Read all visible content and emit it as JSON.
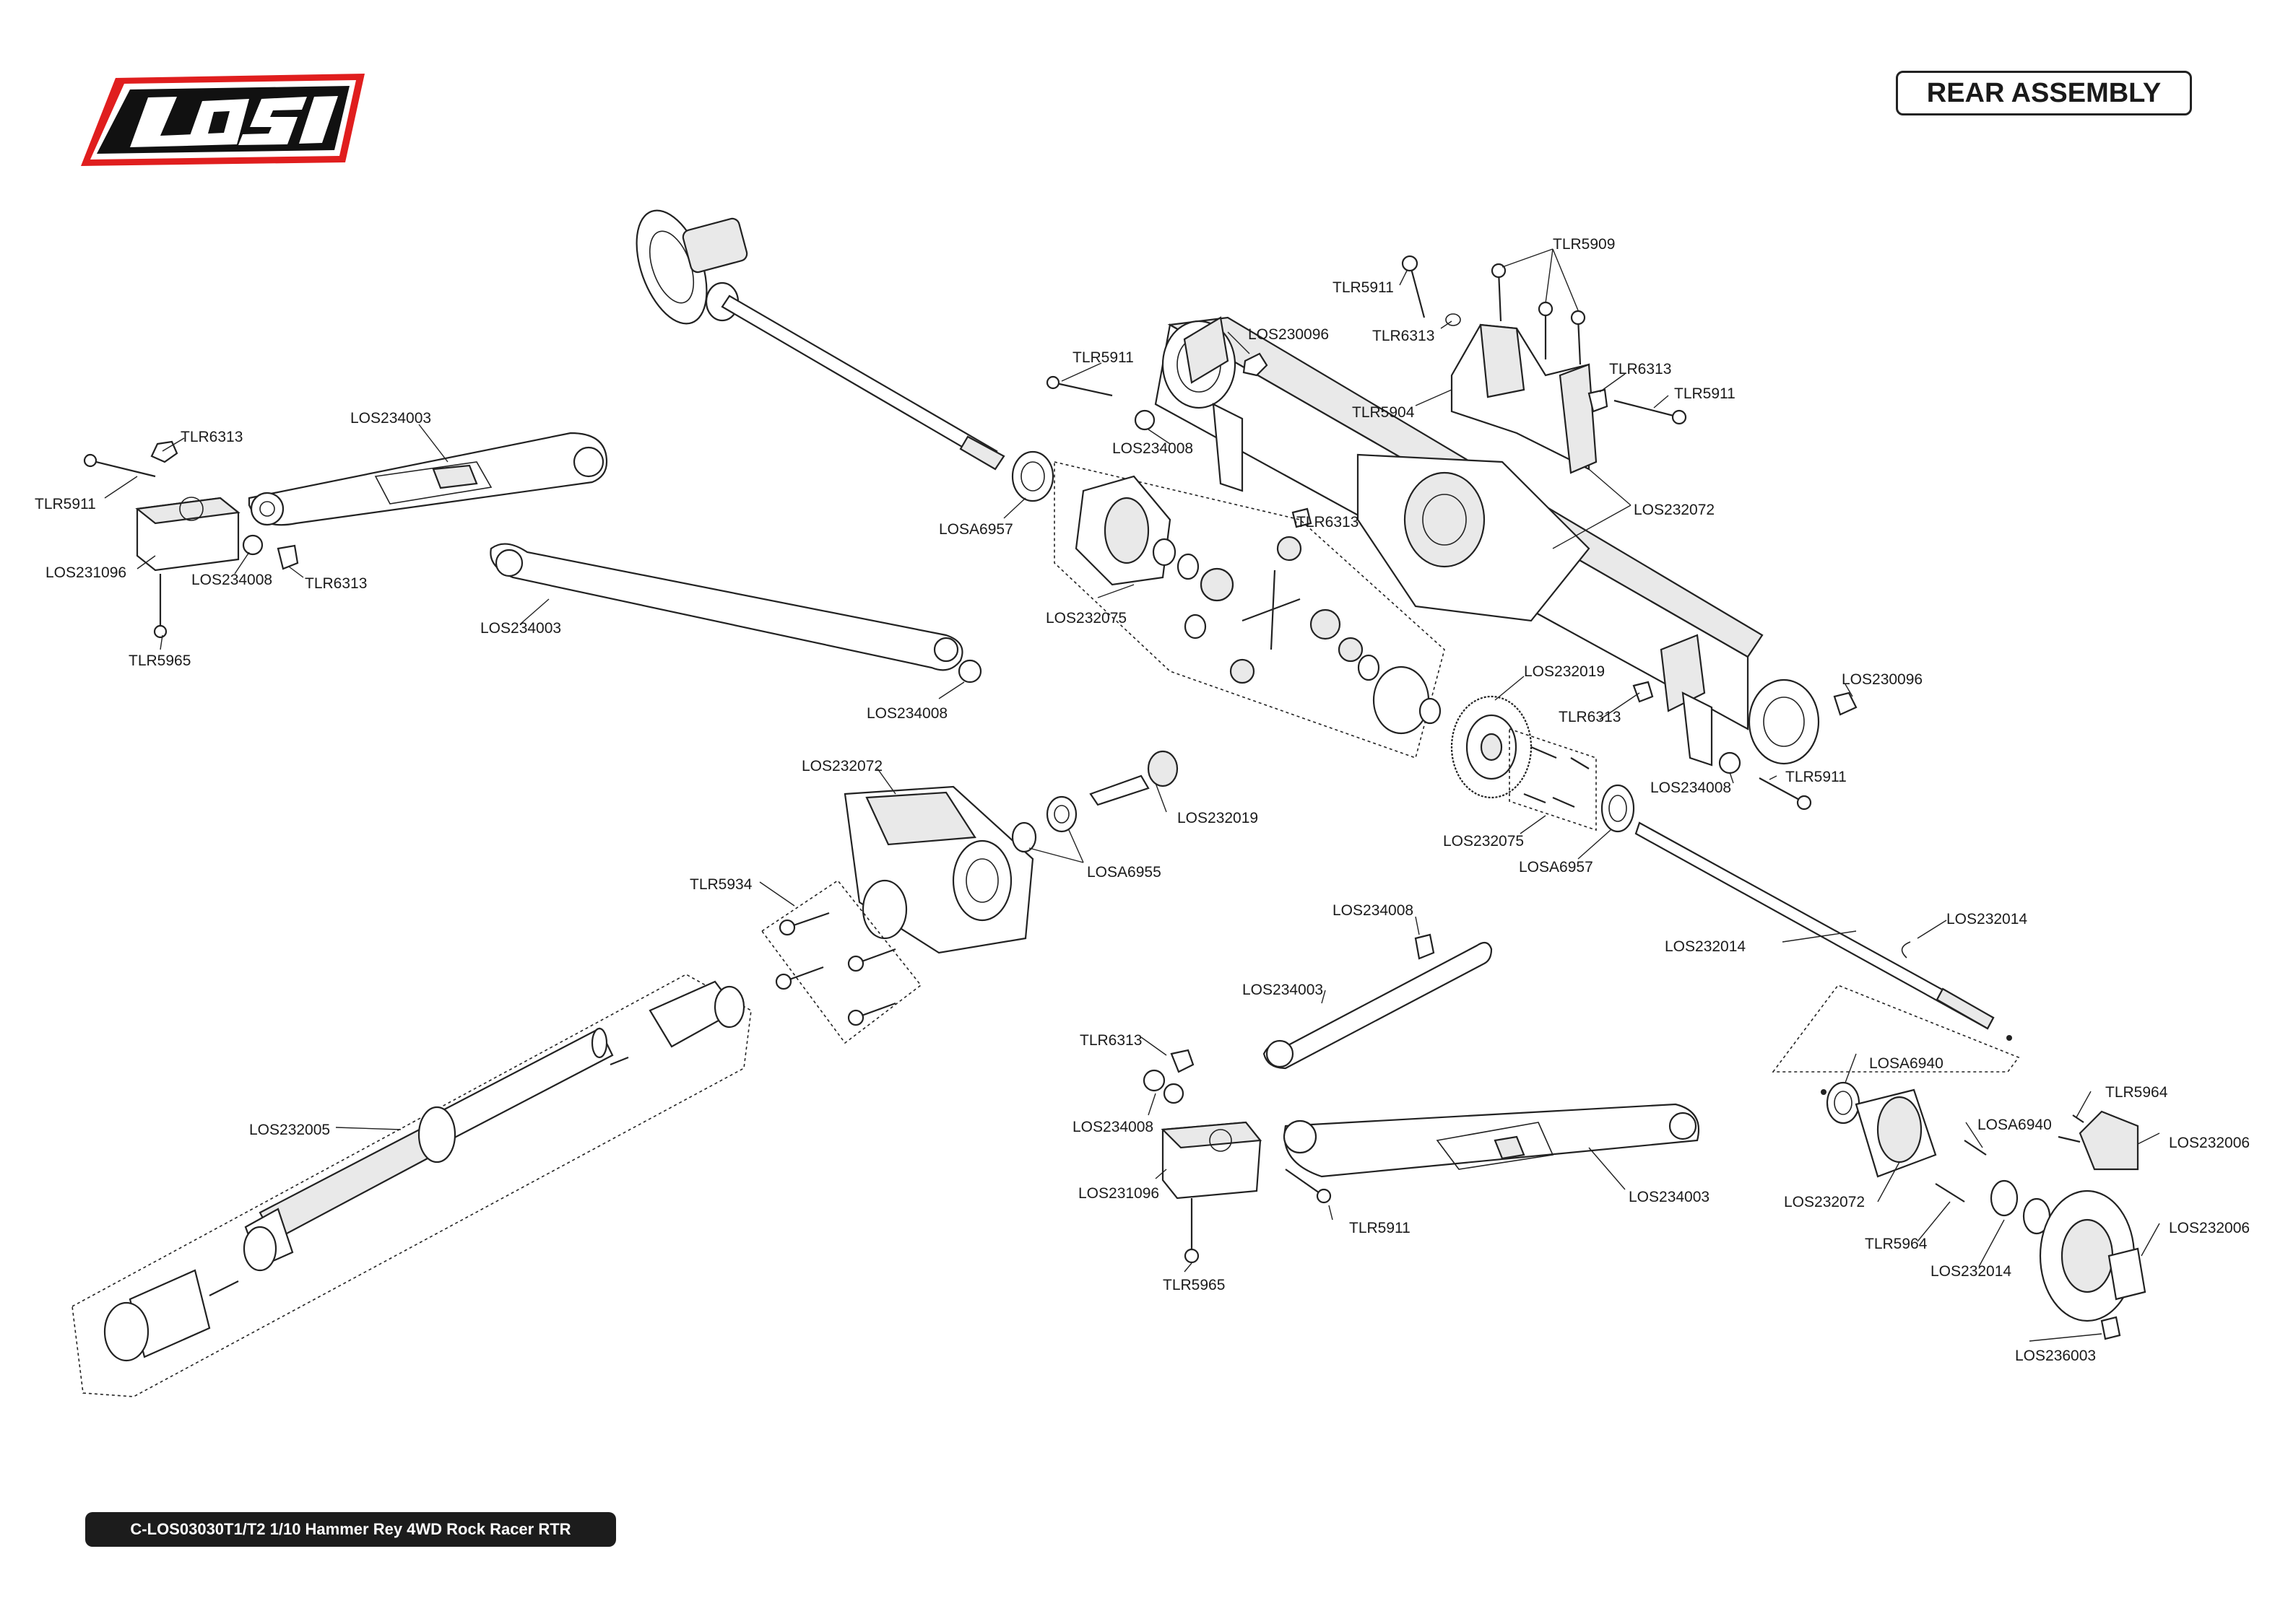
{
  "header": {
    "logo_text": "LOSI",
    "section_title": "REAR ASSEMBLY"
  },
  "footer": {
    "model_text": "C-LOS03030T1/T2 1/10 Hammer Rey 4WD Rock Racer RTR"
  },
  "colors": {
    "logo_red": "#e01e1e",
    "ink": "#1a1a1a",
    "footer_bg": "#1c1c1c"
  },
  "callouts": {
    "left_arm": [
      "TLR6313",
      "LOS234003",
      "TLR5911",
      "LOS231096",
      "LOS234008",
      "TLR6313",
      "TLR5965",
      "LOS234003",
      "LOS234008"
    ],
    "top_axle": [
      "LOSA6957",
      "LOS232075",
      "TLR6313"
    ],
    "top_mount": [
      "TLR5909",
      "TLR5911",
      "TLR6313",
      "LOS230096",
      "TLR5911",
      "TLR5904",
      "TLR6313",
      "TLR5911",
      "LOS234008",
      "LOS232072"
    ],
    "right_axle": [
      "LOS232019",
      "TLR6313",
      "LOS230096",
      "TLR5911",
      "LOS234008",
      "LOS232075",
      "LOSA6957",
      "LOS232014",
      "LOS232014"
    ],
    "pinion": [
      "LOS232072",
      "LOS232019",
      "LOSA6955",
      "TLR5934"
    ],
    "driveshaft": [
      "LOS232005"
    ],
    "lower_arm": [
      "LOS234008",
      "LOS234003",
      "TLR6313",
      "LOS234008",
      "LOS231096",
      "TLR5911",
      "LOS234003",
      "TLR5965"
    ],
    "hub": [
      "LOSA6940",
      "TLR5964",
      "LOSA6940",
      "LOS232006",
      "LOS232072",
      "LOS232006",
      "TLR5964",
      "LOS232014",
      "LOS236003"
    ]
  }
}
